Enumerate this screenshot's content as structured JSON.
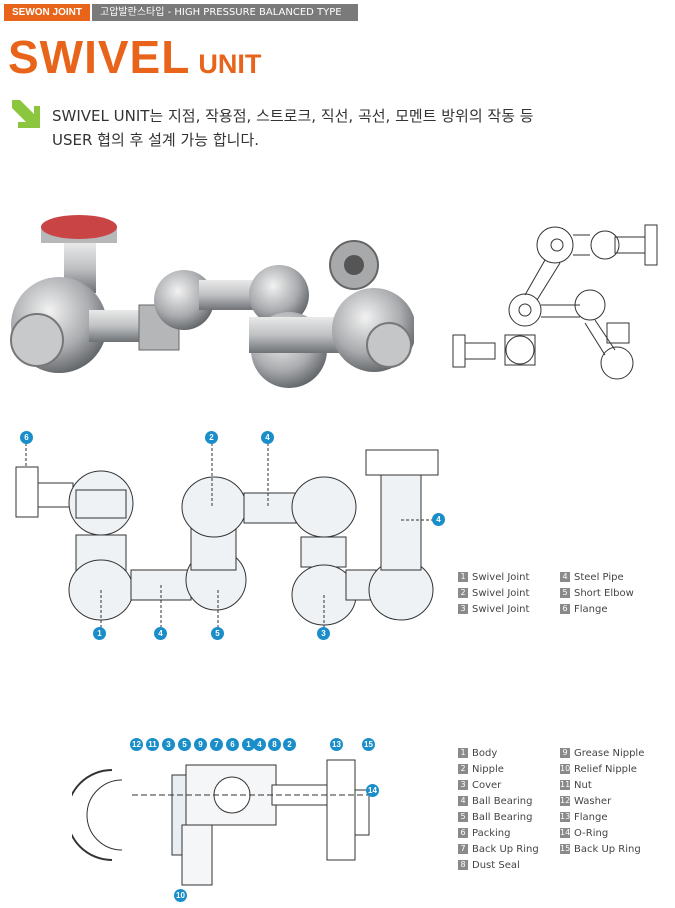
{
  "header": {
    "brand": "SEWON JOINT",
    "subtitle": "고압발란스타입 - HIGH PRESSURE BALANCED TYPE"
  },
  "title": {
    "main": "SWIVEL",
    "sub": "UNIT"
  },
  "description": {
    "line1": "SWIVEL UNIT는 지점, 작용점, 스트로크, 직선, 곡선, 모멘트 방위의 작동 등",
    "line2": "USER 협의 후 설계 가능 합니다."
  },
  "colors": {
    "accent": "#e8641b",
    "callout": "#1a8ec9",
    "arrow": "#8cc63f"
  },
  "diagram1": {
    "callouts": [
      "6",
      "2",
      "4",
      "4",
      "1",
      "4",
      "5",
      "3"
    ],
    "legend_left": [
      {
        "num": "1",
        "label": "Swivel Joint"
      },
      {
        "num": "2",
        "label": "Swivel Joint"
      },
      {
        "num": "3",
        "label": "Swivel Joint"
      }
    ],
    "legend_right": [
      {
        "num": "4",
        "label": "Steel Pipe"
      },
      {
        "num": "5",
        "label": "Short Elbow"
      },
      {
        "num": "6",
        "label": "Flange"
      }
    ]
  },
  "diagram2": {
    "callouts_top": [
      "12",
      "11",
      "3",
      "5",
      "9",
      "7",
      "6",
      "1",
      "4",
      "8",
      "2",
      "13",
      "15"
    ],
    "callout_right": "14",
    "callout_bottom": "10",
    "legend_left": [
      {
        "num": "1",
        "label": "Body"
      },
      {
        "num": "2",
        "label": "Nipple"
      },
      {
        "num": "3",
        "label": "Cover"
      },
      {
        "num": "4",
        "label": "Ball Bearing"
      },
      {
        "num": "5",
        "label": "Ball Bearing"
      },
      {
        "num": "6",
        "label": "Packing"
      },
      {
        "num": "7",
        "label": "Back Up Ring"
      },
      {
        "num": "8",
        "label": "Dust Seal"
      }
    ],
    "legend_right": [
      {
        "num": "9",
        "label": "Grease Nipple"
      },
      {
        "num": "10",
        "label": "Relief Nipple"
      },
      {
        "num": "11",
        "label": "Nut"
      },
      {
        "num": "12",
        "label": "Washer"
      },
      {
        "num": "13",
        "label": "Flange"
      },
      {
        "num": "14",
        "label": "O-Ring"
      },
      {
        "num": "15",
        "label": "Back Up Ring"
      }
    ]
  }
}
